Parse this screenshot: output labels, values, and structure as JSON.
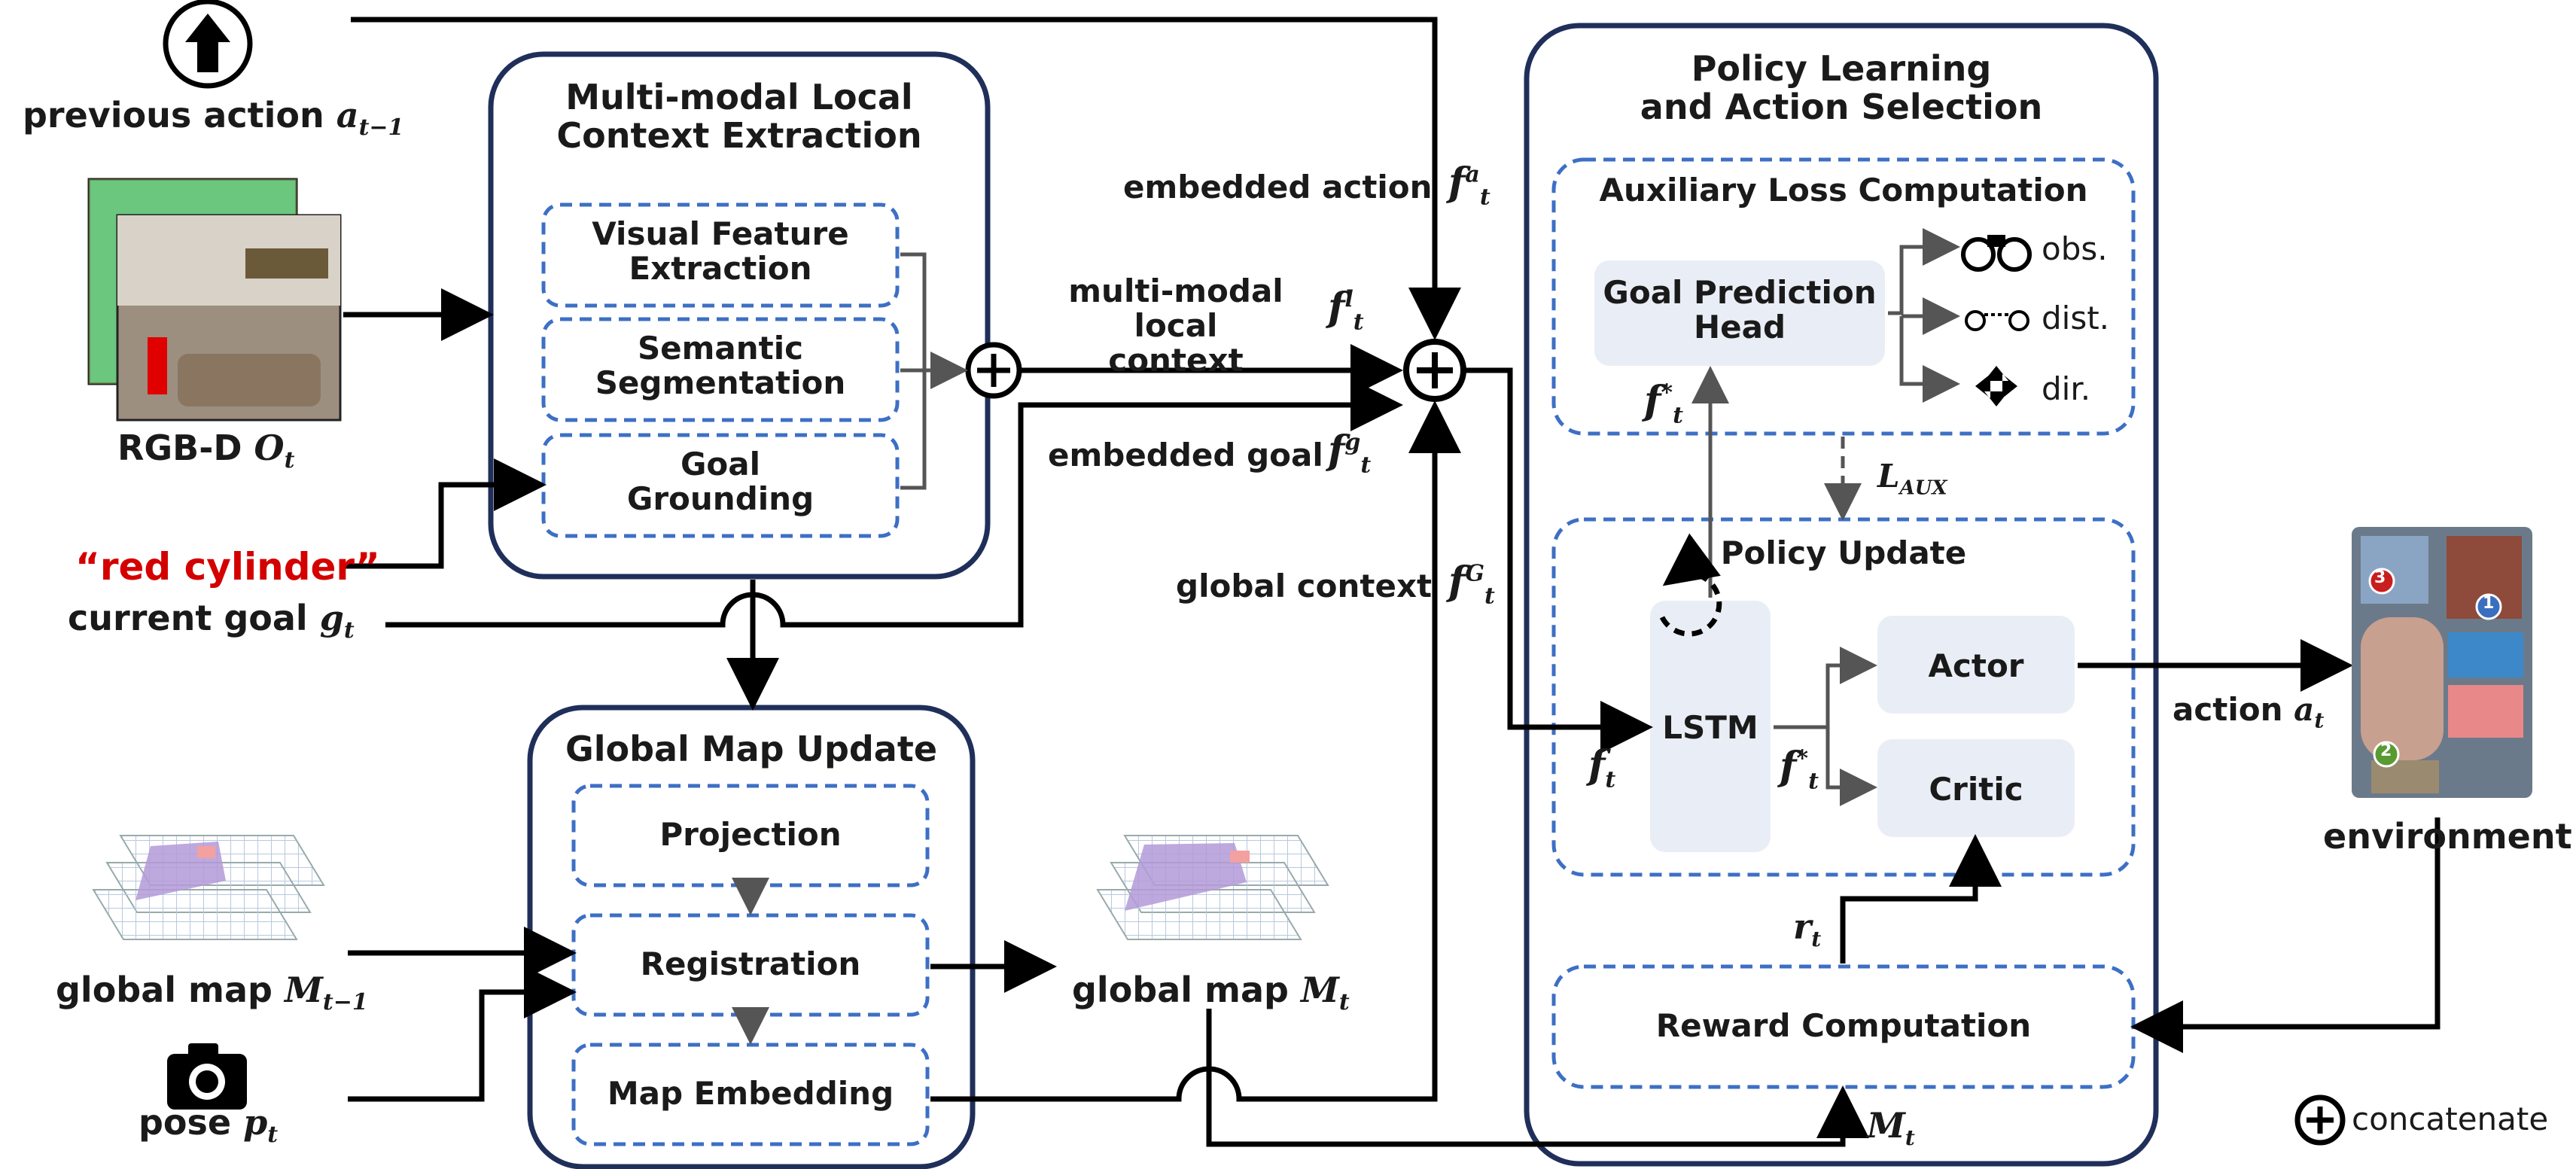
{
  "inputs": {
    "previous_action": "previous action",
    "previous_action_math": "a",
    "previous_action_sub": "t−1",
    "rgbd": "RGB-D",
    "rgbd_math": "O",
    "rgbd_sub": "t",
    "goal_text": "“red cylinder”",
    "current_goal": "current goal",
    "current_goal_math": "g",
    "current_goal_sub": "t",
    "global_map_prev": "global map",
    "global_map_prev_math": "M",
    "global_map_prev_sub": "t−1",
    "pose": "pose",
    "pose_math": "p",
    "pose_sub": "t"
  },
  "local_context": {
    "title": "Multi-modal Local\nContext Extraction",
    "blocks": [
      "Visual Feature\nExtraction",
      "Semantic\nSegmentation",
      "Goal\nGrounding"
    ]
  },
  "global_map_update": {
    "title": "Global Map Update",
    "blocks": [
      "Projection",
      "Registration",
      "Map Embedding"
    ]
  },
  "signals": {
    "embedded_action": "embedded action",
    "multimodal_local": "multi-modal\nlocal context",
    "embedded_goal": "embedded goal",
    "global_context": "global context",
    "global_map_out": "global map",
    "global_map_out_math": "M",
    "global_map_out_sub": "t",
    "f_a": "a",
    "f_l": "l",
    "f_g": "g",
    "f_G": "G",
    "f": "f",
    "f_sub": "t",
    "f_star": "*",
    "l_aux": "L",
    "l_aux_sub": "AUX",
    "reward": "r",
    "reward_sub": "t",
    "map_m": "M",
    "map_m_sub": "t"
  },
  "policy": {
    "title": "Policy Learning\nand Action Selection",
    "aux_title": "Auxiliary Loss Computation",
    "goal_head": "Goal Prediction\nHead",
    "outputs": [
      "obs.",
      "dist.",
      "dir."
    ],
    "update_title": "Policy Update",
    "lstm": "LSTM",
    "actor": "Actor",
    "critic": "Critic",
    "reward_block": "Reward Computation"
  },
  "right": {
    "action": "action",
    "action_math": "a",
    "action_sub": "t",
    "environment": "environment",
    "room_markers": [
      "3",
      "1",
      "2"
    ]
  },
  "legend": {
    "concatenate": "concatenate"
  },
  "colors": {
    "navy_border": "#1f2f5a",
    "dashed_blue": "#3d6fc4",
    "block_fill": "#e9eef6",
    "red_text": "#d40000",
    "arrow": "#000000",
    "gray_arrow": "#555555"
  }
}
